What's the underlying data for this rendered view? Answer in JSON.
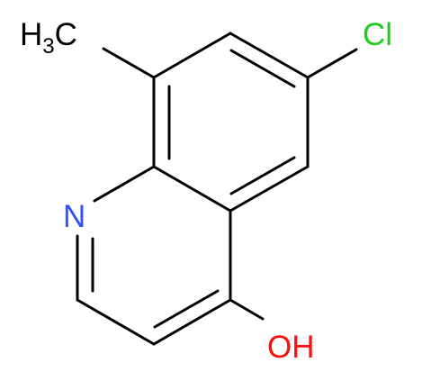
{
  "molecule": {
    "labels": {
      "methyl": "H",
      "methyl_subscript": "3",
      "methyl_c": "C",
      "chlorine": "Cl",
      "nitrogen": "N",
      "hydroxyl": "OH"
    }
  },
  "colors": {
    "bond": "#000000",
    "carbon_text": "#000000",
    "chlorine": "#1fcc1f",
    "nitrogen": "#3050f8",
    "oxygen": "#ff0d0d"
  }
}
